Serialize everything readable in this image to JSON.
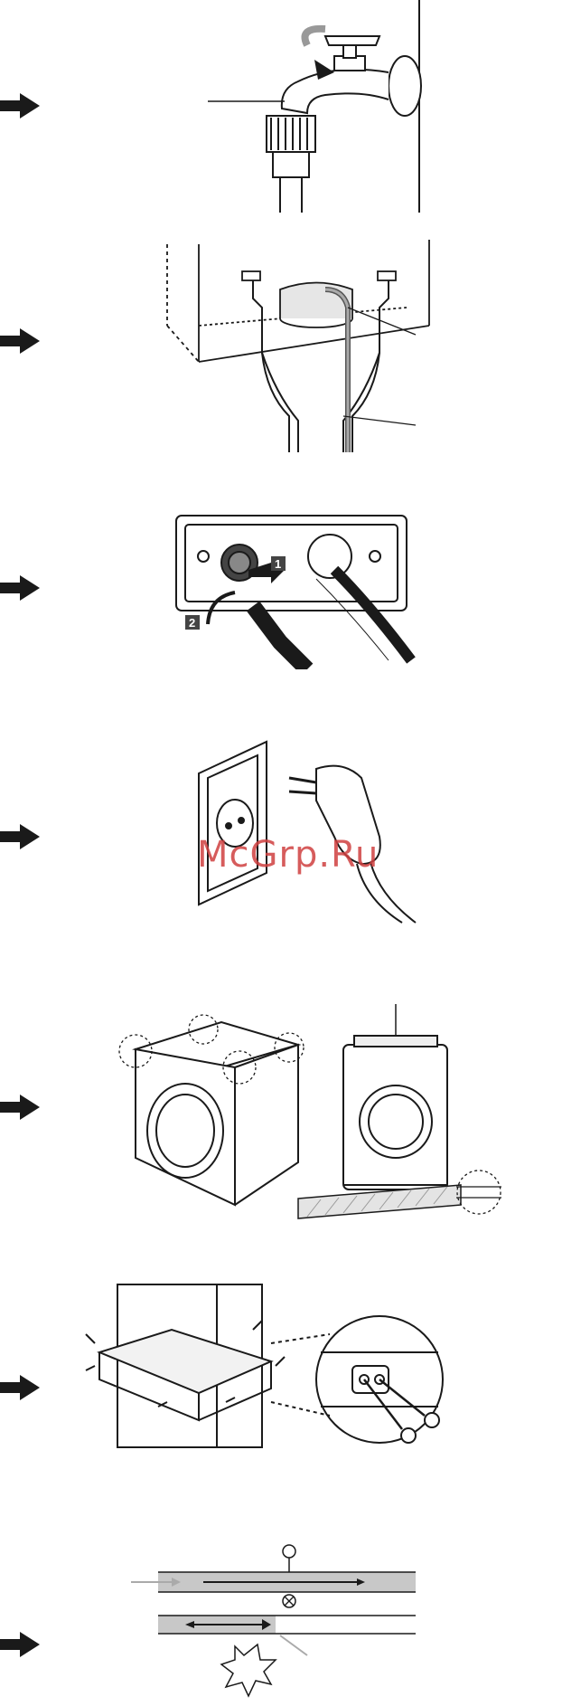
{
  "watermark": {
    "text": "McGrp.Ru"
  },
  "steps": [
    {
      "icon": "arrow-right-icon",
      "illustration": "tap-hose-connection"
    },
    {
      "icon": "arrow-right-icon",
      "illustration": "hot-cold-taps-drain"
    },
    {
      "icon": "arrow-right-icon",
      "illustration": "inlet-hose-fitting"
    },
    {
      "icon": "arrow-right-icon",
      "illustration": "power-plug-socket"
    },
    {
      "icon": "arrow-right-icon",
      "illustration": "level-washing-machine"
    },
    {
      "icon": "arrow-right-icon",
      "illustration": "remove-transit-bolts"
    },
    {
      "icon": "arrow-right-icon",
      "illustration": "flow-direction"
    }
  ],
  "callouts": {
    "step3_1": "1",
    "step3_2": "2"
  },
  "colors": {
    "ink": "#1a1a1a",
    "shade": "#c8c8c8",
    "watermark": "#d04040"
  }
}
